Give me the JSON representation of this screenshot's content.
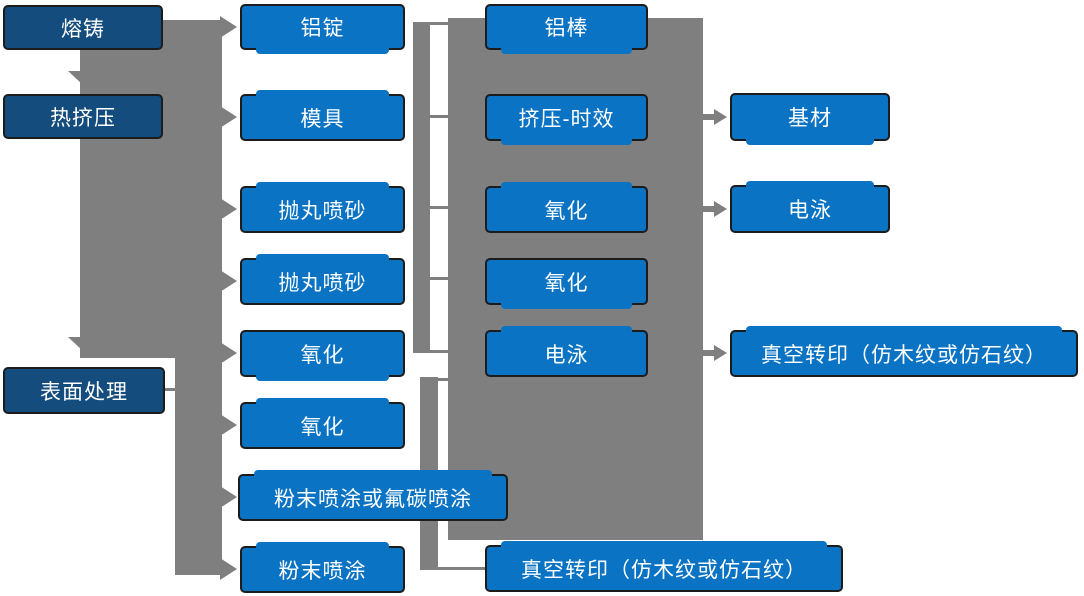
{
  "colors": {
    "box_blue": "#0A73C4",
    "box_navy": "#134C7D",
    "connector_gray": "#7F7F7F",
    "box_border": "#1C1C1C",
    "text": "#FFFFFF"
  },
  "nodes": {
    "col1": [
      {
        "label": "熔铸"
      },
      {
        "label": "热挤压"
      },
      {
        "label": "表面处理"
      }
    ],
    "col2": [
      {
        "label": "铝锭"
      },
      {
        "label": "模具"
      },
      {
        "label": "抛丸喷砂"
      },
      {
        "label": "抛丸喷砂"
      },
      {
        "label": "氧化"
      },
      {
        "label": "氧化"
      },
      {
        "label": "粉末喷涂或氟碳喷涂"
      },
      {
        "label": "粉末喷涂"
      }
    ],
    "col3": [
      {
        "label": "铝棒"
      },
      {
        "label": "挤压-时效"
      },
      {
        "label": "氧化"
      },
      {
        "label": "氧化"
      },
      {
        "label": "电泳"
      },
      {
        "label": "真空转印（仿木纹或仿石纹）"
      }
    ],
    "col4": [
      {
        "label": "基材"
      },
      {
        "label": "电泳"
      },
      {
        "label": "真空转印（仿木纹或仿石纹）"
      }
    ]
  }
}
